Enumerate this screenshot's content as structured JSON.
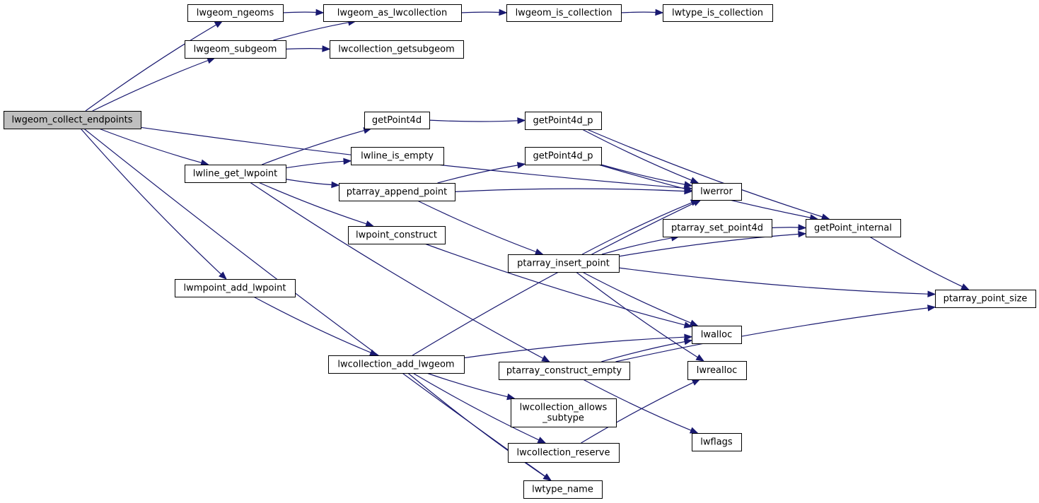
{
  "diagram": {
    "root": "n_collect",
    "edge_color": "#191970",
    "root_fill": "#bfbfbf",
    "nodes": [
      {
        "id": "n_collect",
        "lines": [
          "lwgeom_collect_endpoints"
        ]
      },
      {
        "id": "n_ngeoms",
        "lines": [
          "lwgeom_ngeoms"
        ]
      },
      {
        "id": "n_as_coll",
        "lines": [
          "lwgeom_as_lwcollection"
        ]
      },
      {
        "id": "n_is_coll",
        "lines": [
          "lwgeom_is_collection"
        ]
      },
      {
        "id": "n_type_is_coll",
        "lines": [
          "lwtype_is_collection"
        ]
      },
      {
        "id": "n_subgeom",
        "lines": [
          "lwgeom_subgeom"
        ]
      },
      {
        "id": "n_getsubgeom",
        "lines": [
          "lwcollection_getsubgeom"
        ]
      },
      {
        "id": "n_getpoint4d",
        "lines": [
          "getPoint4d"
        ]
      },
      {
        "id": "n_getpoint4d_p1",
        "lines": [
          "getPoint4d_p"
        ]
      },
      {
        "id": "n_line_is_empty",
        "lines": [
          "lwline_is_empty"
        ]
      },
      {
        "id": "n_getpoint4d_p2",
        "lines": [
          "getPoint4d_p"
        ]
      },
      {
        "id": "n_line_get_pt",
        "lines": [
          "lwline_get_lwpoint"
        ]
      },
      {
        "id": "n_append",
        "lines": [
          "ptarray_append_point"
        ]
      },
      {
        "id": "n_lwerror",
        "lines": [
          "lwerror"
        ]
      },
      {
        "id": "n_set_pt4d",
        "lines": [
          "ptarray_set_point4d"
        ]
      },
      {
        "id": "n_getpoint_int",
        "lines": [
          "getPoint_internal"
        ]
      },
      {
        "id": "n_pt_construct",
        "lines": [
          "lwpoint_construct"
        ]
      },
      {
        "id": "n_insert",
        "lines": [
          "ptarray_insert_point"
        ]
      },
      {
        "id": "n_pt_size",
        "lines": [
          "ptarray_point_size"
        ]
      },
      {
        "id": "n_mpoint_add",
        "lines": [
          "lwmpoint_add_lwpoint"
        ]
      },
      {
        "id": "n_lwalloc",
        "lines": [
          "lwalloc"
        ]
      },
      {
        "id": "n_coll_add",
        "lines": [
          "lwcollection_add_lwgeom"
        ]
      },
      {
        "id": "n_construct_empty",
        "lines": [
          "ptarray_construct_empty"
        ]
      },
      {
        "id": "n_lwrealloc",
        "lines": [
          "lwrealloc"
        ]
      },
      {
        "id": "n_allows",
        "lines": [
          "lwcollection_allows",
          "_subtype"
        ]
      },
      {
        "id": "n_lwflags",
        "lines": [
          "lwflags"
        ]
      },
      {
        "id": "n_reserve",
        "lines": [
          "lwcollection_reserve"
        ]
      },
      {
        "id": "n_type_name",
        "lines": [
          "lwtype_name"
        ]
      }
    ],
    "edges": [
      {
        "from": "n_collect",
        "to": "n_ngeoms"
      },
      {
        "from": "n_collect",
        "to": "n_subgeom"
      },
      {
        "from": "n_collect",
        "to": "n_lwerror"
      },
      {
        "from": "n_collect",
        "to": "n_line_get_pt"
      },
      {
        "from": "n_collect",
        "to": "n_mpoint_add"
      },
      {
        "from": "n_collect",
        "to": "n_type_name"
      },
      {
        "from": "n_ngeoms",
        "to": "n_as_coll"
      },
      {
        "from": "n_subgeom",
        "to": "n_as_coll"
      },
      {
        "from": "n_subgeom",
        "to": "n_getsubgeom"
      },
      {
        "from": "n_as_coll",
        "to": "n_is_coll"
      },
      {
        "from": "n_is_coll",
        "to": "n_type_is_coll"
      },
      {
        "from": "n_line_get_pt",
        "to": "n_getpoint4d"
      },
      {
        "from": "n_line_get_pt",
        "to": "n_line_is_empty"
      },
      {
        "from": "n_line_get_pt",
        "to": "n_append"
      },
      {
        "from": "n_line_get_pt",
        "to": "n_pt_construct"
      },
      {
        "from": "n_line_get_pt",
        "to": "n_construct_empty"
      },
      {
        "from": "n_getpoint4d",
        "to": "n_getpoint4d_p1"
      },
      {
        "from": "n_getpoint4d_p1",
        "to": "n_lwerror"
      },
      {
        "from": "n_getpoint4d_p1",
        "to": "n_getpoint_int"
      },
      {
        "from": "n_append",
        "to": "n_getpoint4d_p2"
      },
      {
        "from": "n_append",
        "to": "n_lwerror"
      },
      {
        "from": "n_append",
        "to": "n_insert"
      },
      {
        "from": "n_getpoint4d_p2",
        "to": "n_lwerror"
      },
      {
        "from": "n_getpoint4d_p2",
        "to": "n_getpoint_int"
      },
      {
        "from": "n_pt_construct",
        "to": "n_lwalloc"
      },
      {
        "from": "n_insert",
        "to": "n_lwerror"
      },
      {
        "from": "n_insert",
        "to": "n_set_pt4d"
      },
      {
        "from": "n_insert",
        "to": "n_getpoint_int"
      },
      {
        "from": "n_insert",
        "to": "n_pt_size"
      },
      {
        "from": "n_insert",
        "to": "n_lwalloc"
      },
      {
        "from": "n_insert",
        "to": "n_lwrealloc"
      },
      {
        "from": "n_set_pt4d",
        "to": "n_getpoint_int"
      },
      {
        "from": "n_getpoint_int",
        "to": "n_pt_size"
      },
      {
        "from": "n_mpoint_add",
        "to": "n_coll_add"
      },
      {
        "from": "n_coll_add",
        "to": "n_lwerror"
      },
      {
        "from": "n_coll_add",
        "to": "n_lwalloc"
      },
      {
        "from": "n_coll_add",
        "to": "n_allows"
      },
      {
        "from": "n_coll_add",
        "to": "n_reserve"
      },
      {
        "from": "n_coll_add",
        "to": "n_type_name"
      },
      {
        "from": "n_construct_empty",
        "to": "n_lwalloc"
      },
      {
        "from": "n_construct_empty",
        "to": "n_pt_size"
      },
      {
        "from": "n_construct_empty",
        "to": "n_lwflags"
      },
      {
        "from": "n_reserve",
        "to": "n_lwrealloc"
      }
    ]
  }
}
